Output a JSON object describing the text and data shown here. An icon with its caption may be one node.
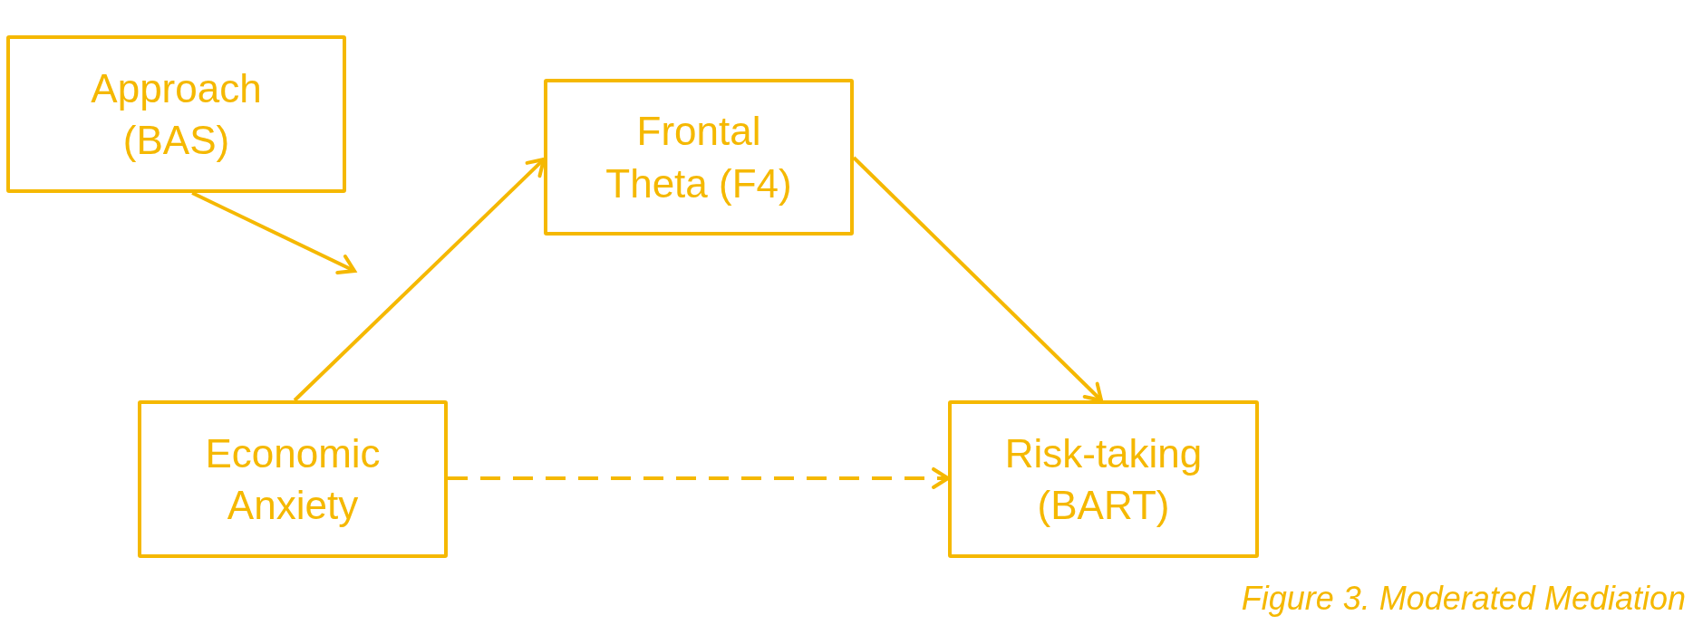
{
  "diagram": {
    "caption": "Figure 3. Moderated Mediation",
    "nodes": [
      {
        "text": [
          "Approach (BAS)"
        ]
      },
      {
        "text": [
          "Frontal Theta (F4)"
        ]
      },
      {
        "text": [
          "Economic Anxiety"
        ]
      },
      {
        "text": [
          "Risk-taking (BART)"
        ]
      }
    ],
    "edges": [
      {
        "from": 0,
        "to": null,
        "arrow": "to"
      },
      {
        "from": 2,
        "to": 1,
        "arrow": "to"
      },
      {
        "from": 1,
        "to": 3,
        "arrow": "to"
      },
      {
        "from": 2,
        "to": 3,
        "arrow": "to",
        "style": "dashed"
      }
    ]
  }
}
